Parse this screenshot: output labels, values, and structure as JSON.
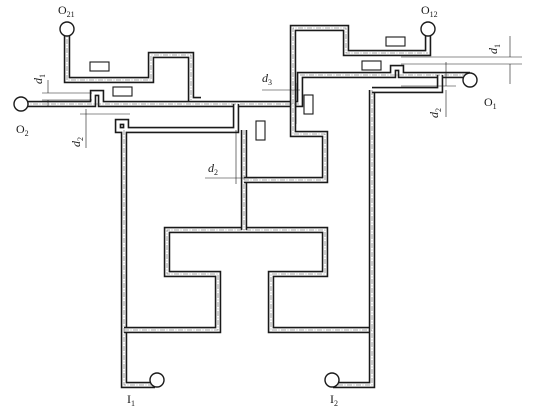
{
  "ports": {
    "o21": {
      "main": "O",
      "sub": "21"
    },
    "o12": {
      "main": "O",
      "sub": "12"
    },
    "o2": {
      "main": "O",
      "sub": "2"
    },
    "o1": {
      "main": "O",
      "sub": "1"
    },
    "i1": {
      "main": "I",
      "sub": "1"
    },
    "i2": {
      "main": "I",
      "sub": "2"
    }
  },
  "dimensions": {
    "d1_left": {
      "main": "d",
      "sub": "1"
    },
    "d2_left": {
      "main": "d",
      "sub": "2"
    },
    "d3": {
      "main": "d",
      "sub": "3"
    },
    "d2_mid": {
      "main": "d",
      "sub": "2"
    },
    "d1_right": {
      "main": "d",
      "sub": "1"
    },
    "d2_right": {
      "main": "d",
      "sub": "2"
    }
  },
  "colors": {
    "line": "#1a1a1a",
    "background": "#ffffff"
  }
}
